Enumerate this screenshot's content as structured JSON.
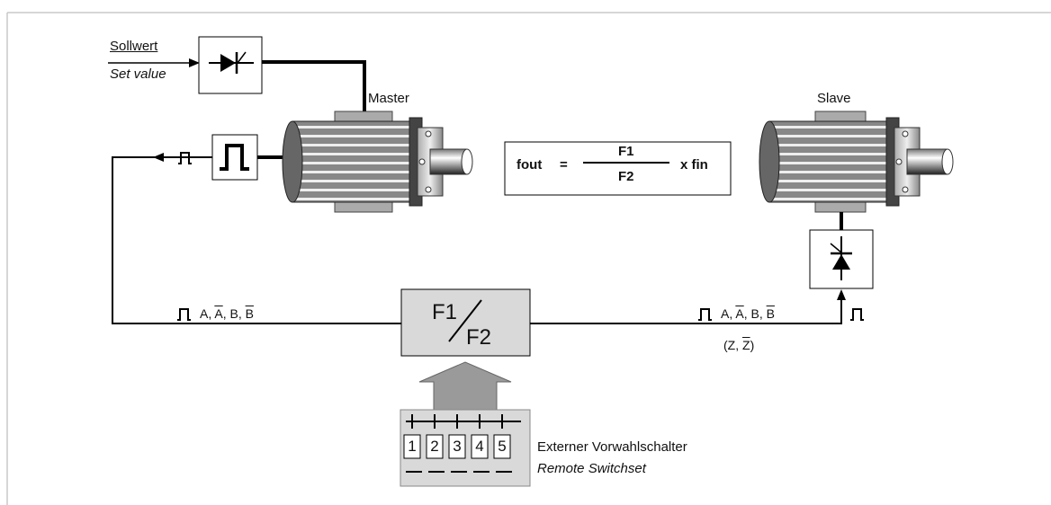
{
  "set_value": {
    "de": "Sollwert",
    "en": "Set value"
  },
  "master_label": "Master",
  "slave_label": "Slave",
  "formula": {
    "lhs": "fout",
    "eq": "=",
    "numerator": "F1",
    "denominator": "F2",
    "rhs": "x fin"
  },
  "signals_left": {
    "a": "A,",
    "a_bar": "A",
    "b": ", B,",
    "b_bar": "B"
  },
  "signals_right": {
    "a": "A,",
    "a_bar": "A",
    "b": ", B,",
    "b_bar": "B",
    "z_open": "(Z,",
    "z_bar": "Z",
    "z_close": ")"
  },
  "ratio_box": {
    "top": "F1",
    "bottom": "F2"
  },
  "switches": [
    "1",
    "2",
    "3",
    "4",
    "5"
  ],
  "switchset": {
    "de": "Externer  Vorwahlschalter",
    "en": "Remote Switchset"
  }
}
